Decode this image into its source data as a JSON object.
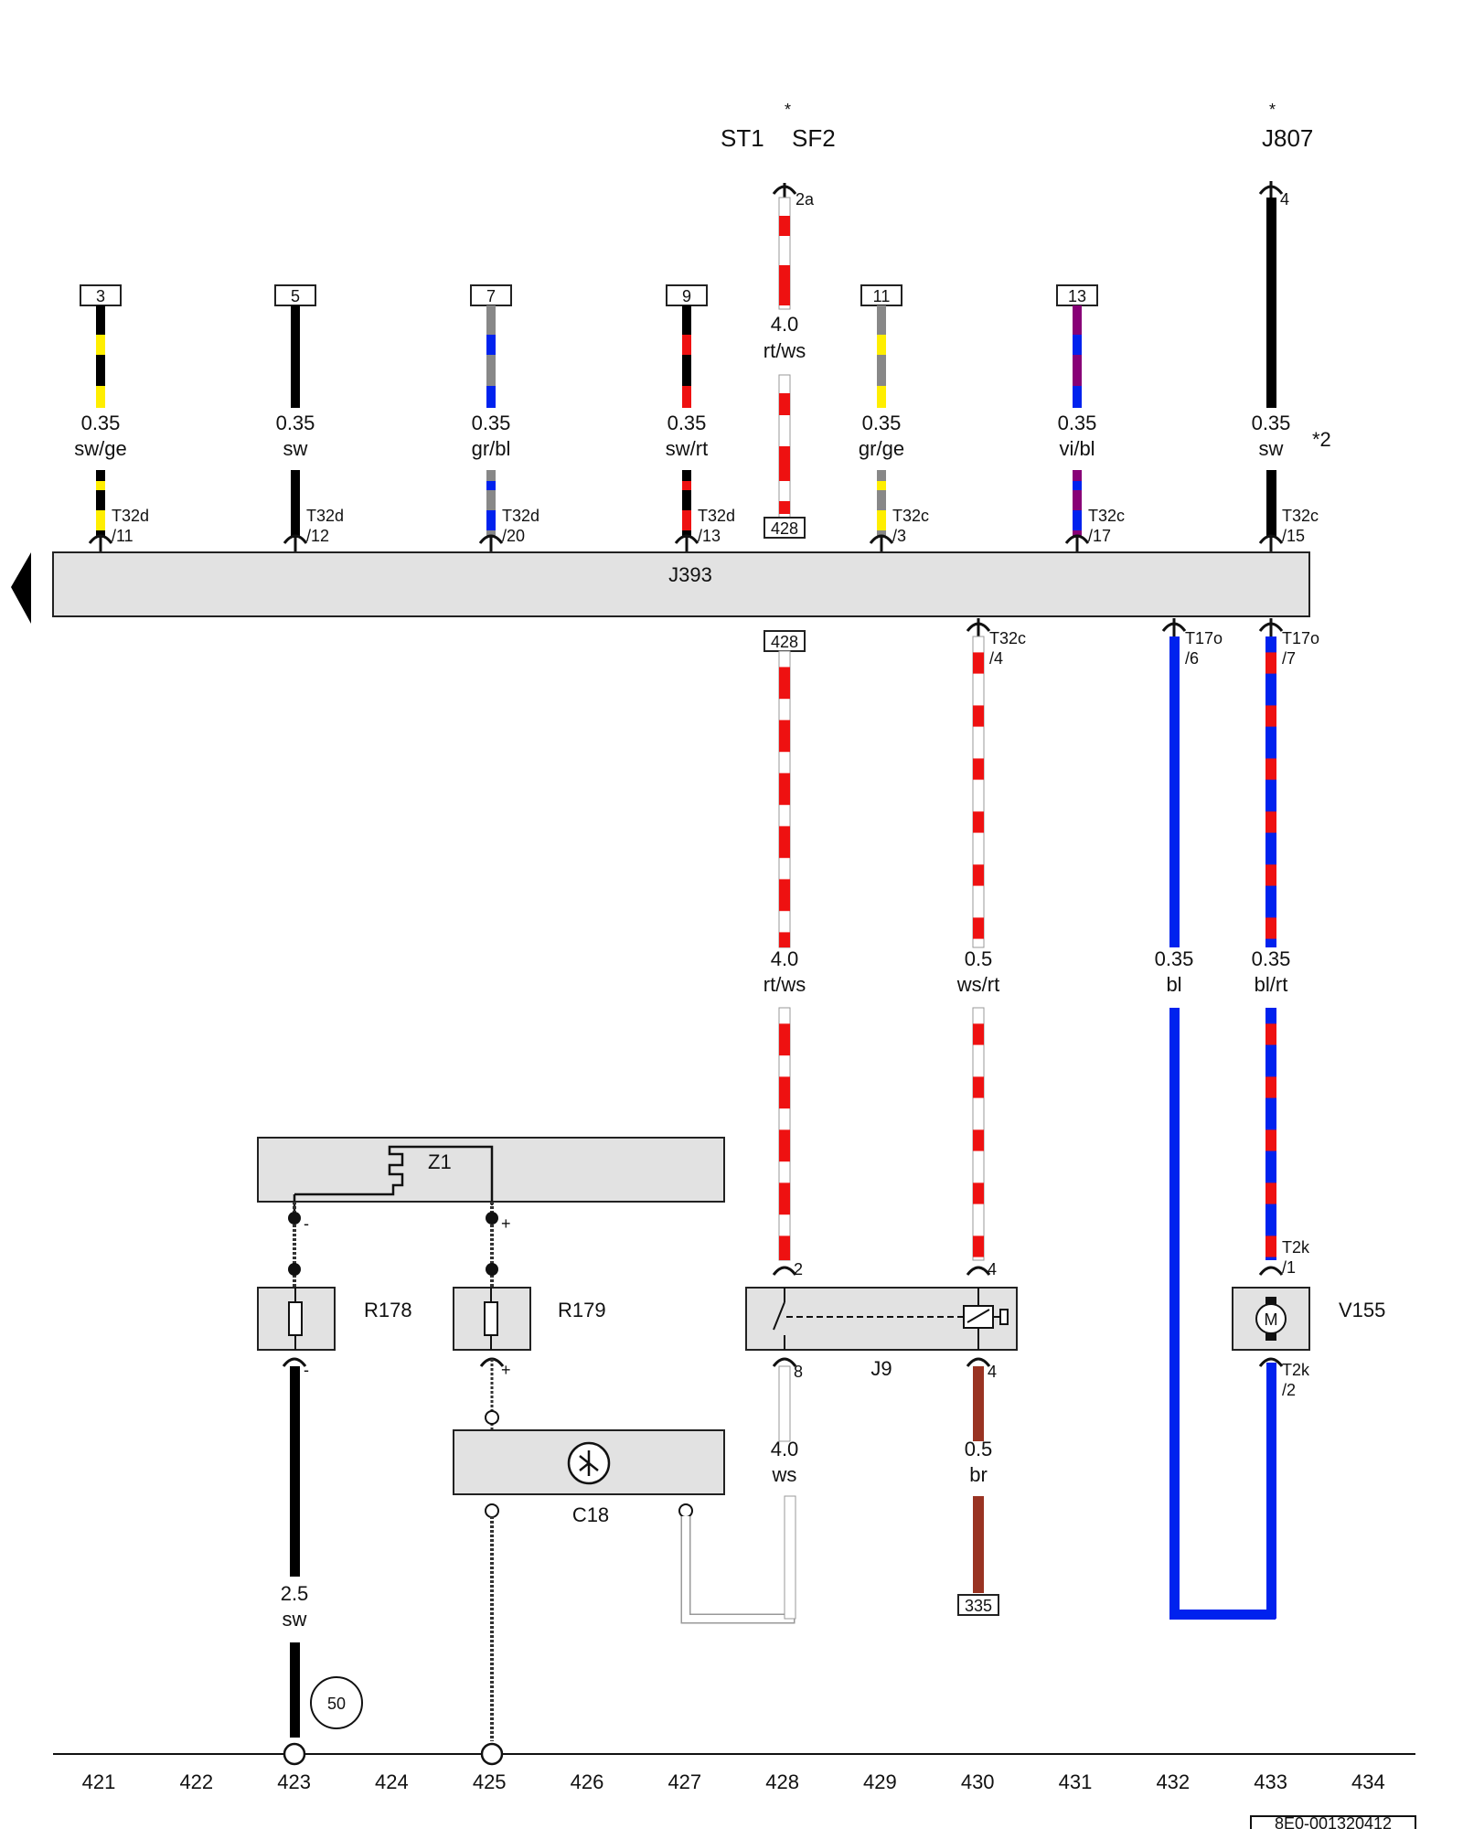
{
  "header": {
    "st1": "ST1",
    "sf2": "SF2",
    "j807": "J807",
    "star": "*",
    "note2": "*2"
  },
  "j393_label": "J393",
  "top_wires": [
    {
      "ref": "3",
      "size": "0.35",
      "color": "sw/ge",
      "conn": "T32d",
      "pin": "/11",
      "c1": "#000000",
      "c2": "#ffee00"
    },
    {
      "ref": "5",
      "size": "0.35",
      "color": "sw",
      "conn": "T32d",
      "pin": "/12",
      "c1": "#000000",
      "c2": "#000000"
    },
    {
      "ref": "7",
      "size": "0.35",
      "color": "gr/bl",
      "conn": "T32d",
      "pin": "/20",
      "c1": "#888888",
      "c2": "#0022ee"
    },
    {
      "ref": "9",
      "size": "0.35",
      "color": "sw/rt",
      "conn": "T32d",
      "pin": "/13",
      "c1": "#000000",
      "c2": "#ee1111"
    },
    {
      "ref": "11",
      "size": "0.35",
      "color": "gr/ge",
      "conn": "T32c",
      "pin": "/3",
      "c1": "#888888",
      "c2": "#ffee00"
    },
    {
      "ref": "13",
      "size": "0.35",
      "color": "vi/bl",
      "conn": "T32c",
      "pin": "/17",
      "c1": "#880077",
      "c2": "#0022ee"
    }
  ],
  "wire_st": {
    "pin": "2a",
    "size": "4.0",
    "color": "rt/ws",
    "ref": "428"
  },
  "wire_j807": {
    "pin": "4",
    "size": "0.35",
    "color": "sw",
    "conn": "T32c",
    "pin2": "/15"
  },
  "lower": {
    "ref428": "428",
    "w428": {
      "size": "4.0",
      "color": "rt/ws"
    },
    "w430": {
      "conn": "T32c",
      "pin": "/4",
      "size": "0.5",
      "color": "ws/rt"
    },
    "w432": {
      "conn": "T17o",
      "pin": "/6",
      "size": "0.35",
      "color": "bl"
    },
    "w433": {
      "conn": "T17o",
      "pin": "/7",
      "size": "0.35",
      "color": "bl/rt"
    }
  },
  "components": {
    "z1": "Z1",
    "r178": "R178",
    "r179": "R179",
    "c18": "C18",
    "j9": "J9",
    "v155": "V155",
    "m": "M",
    "minus": "-",
    "plus": "+",
    "j9_pin2": "2",
    "j9_pin4": "4",
    "j9_pin8": "8",
    "j9_pin4b": "4",
    "v155_conn1": "T2k",
    "v155_pin1": "/1",
    "v155_conn2": "T2k",
    "v155_pin2": "/2"
  },
  "bottom_wires": {
    "ws": {
      "size": "4.0",
      "color": "ws"
    },
    "br": {
      "size": "0.5",
      "color": "br",
      "ref": "335"
    },
    "sw": {
      "size": "2.5",
      "color": "sw"
    },
    "ground": "50"
  },
  "scale": [
    "421",
    "422",
    "423",
    "424",
    "425",
    "426",
    "427",
    "428",
    "429",
    "430",
    "431",
    "432",
    "433",
    "434"
  ],
  "doc_id": "8E0-001320412",
  "colors": {
    "red": "#ee1111",
    "white": "#ffffff",
    "blue": "#0022ee",
    "black": "#000000",
    "brown": "#993322",
    "gray": "#e2e2e2"
  }
}
